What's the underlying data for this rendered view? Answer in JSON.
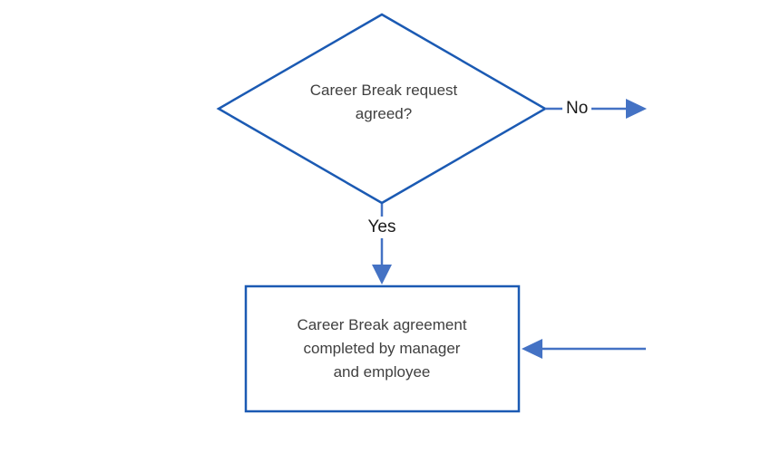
{
  "colors": {
    "background": "#ffffff",
    "shape-border": "#1b5ab3",
    "arrow": "#4472c4",
    "shape-text": "#404040",
    "branch-text": "#1a1a1a"
  },
  "diagram": {
    "decision_label": "Career Break request agreed?",
    "no_label": "No",
    "yes_label": "Yes",
    "process_label": "Career Break agreement completed by manager and employee"
  }
}
